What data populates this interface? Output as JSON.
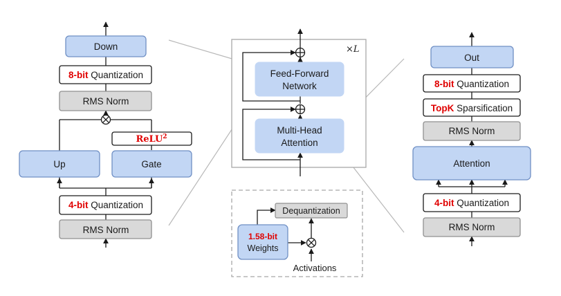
{
  "colors": {
    "blue_fill": "#c2d6f4",
    "blue_stroke": "#6f8fc4",
    "gray_fill": "#d9d9d9",
    "gray_stroke": "#909090",
    "highlight_red": "#e00000",
    "line": "#1a1a1a",
    "zoom_line": "#b8b8b8"
  },
  "ffn": {
    "down_label": "Down",
    "quant_top_bits": "8-bit",
    "quant_top_word": "Quantization",
    "norm_top_label": "RMS Norm",
    "activation_base": "ReLU",
    "activation_exp": "2",
    "up_label": "Up",
    "gate_label": "Gate",
    "quant_bottom_bits": "4-bit",
    "quant_bottom_word": "Quantization",
    "norm_bottom_label": "RMS Norm"
  },
  "block": {
    "repeat_label": "×L",
    "ffn_line1": "Feed-Forward",
    "ffn_line2": "Network",
    "mha_line1": "Multi-Head",
    "mha_line2": "Attention"
  },
  "bitlinear": {
    "dequant_label": "Dequantization",
    "weights_bits": "1.58-bit",
    "weights_word": "Weights",
    "activations_label": "Activations"
  },
  "attention": {
    "out_label": "Out",
    "quant_top_bits": "8-bit",
    "quant_top_word": "Quantization",
    "topk_word": "TopK",
    "topk_rest": "Sparsification",
    "norm_top_label": "RMS Norm",
    "attention_label": "Attention",
    "quant_bottom_bits": "4-bit",
    "quant_bottom_word": "Quantization",
    "norm_bottom_label": "RMS Norm"
  }
}
